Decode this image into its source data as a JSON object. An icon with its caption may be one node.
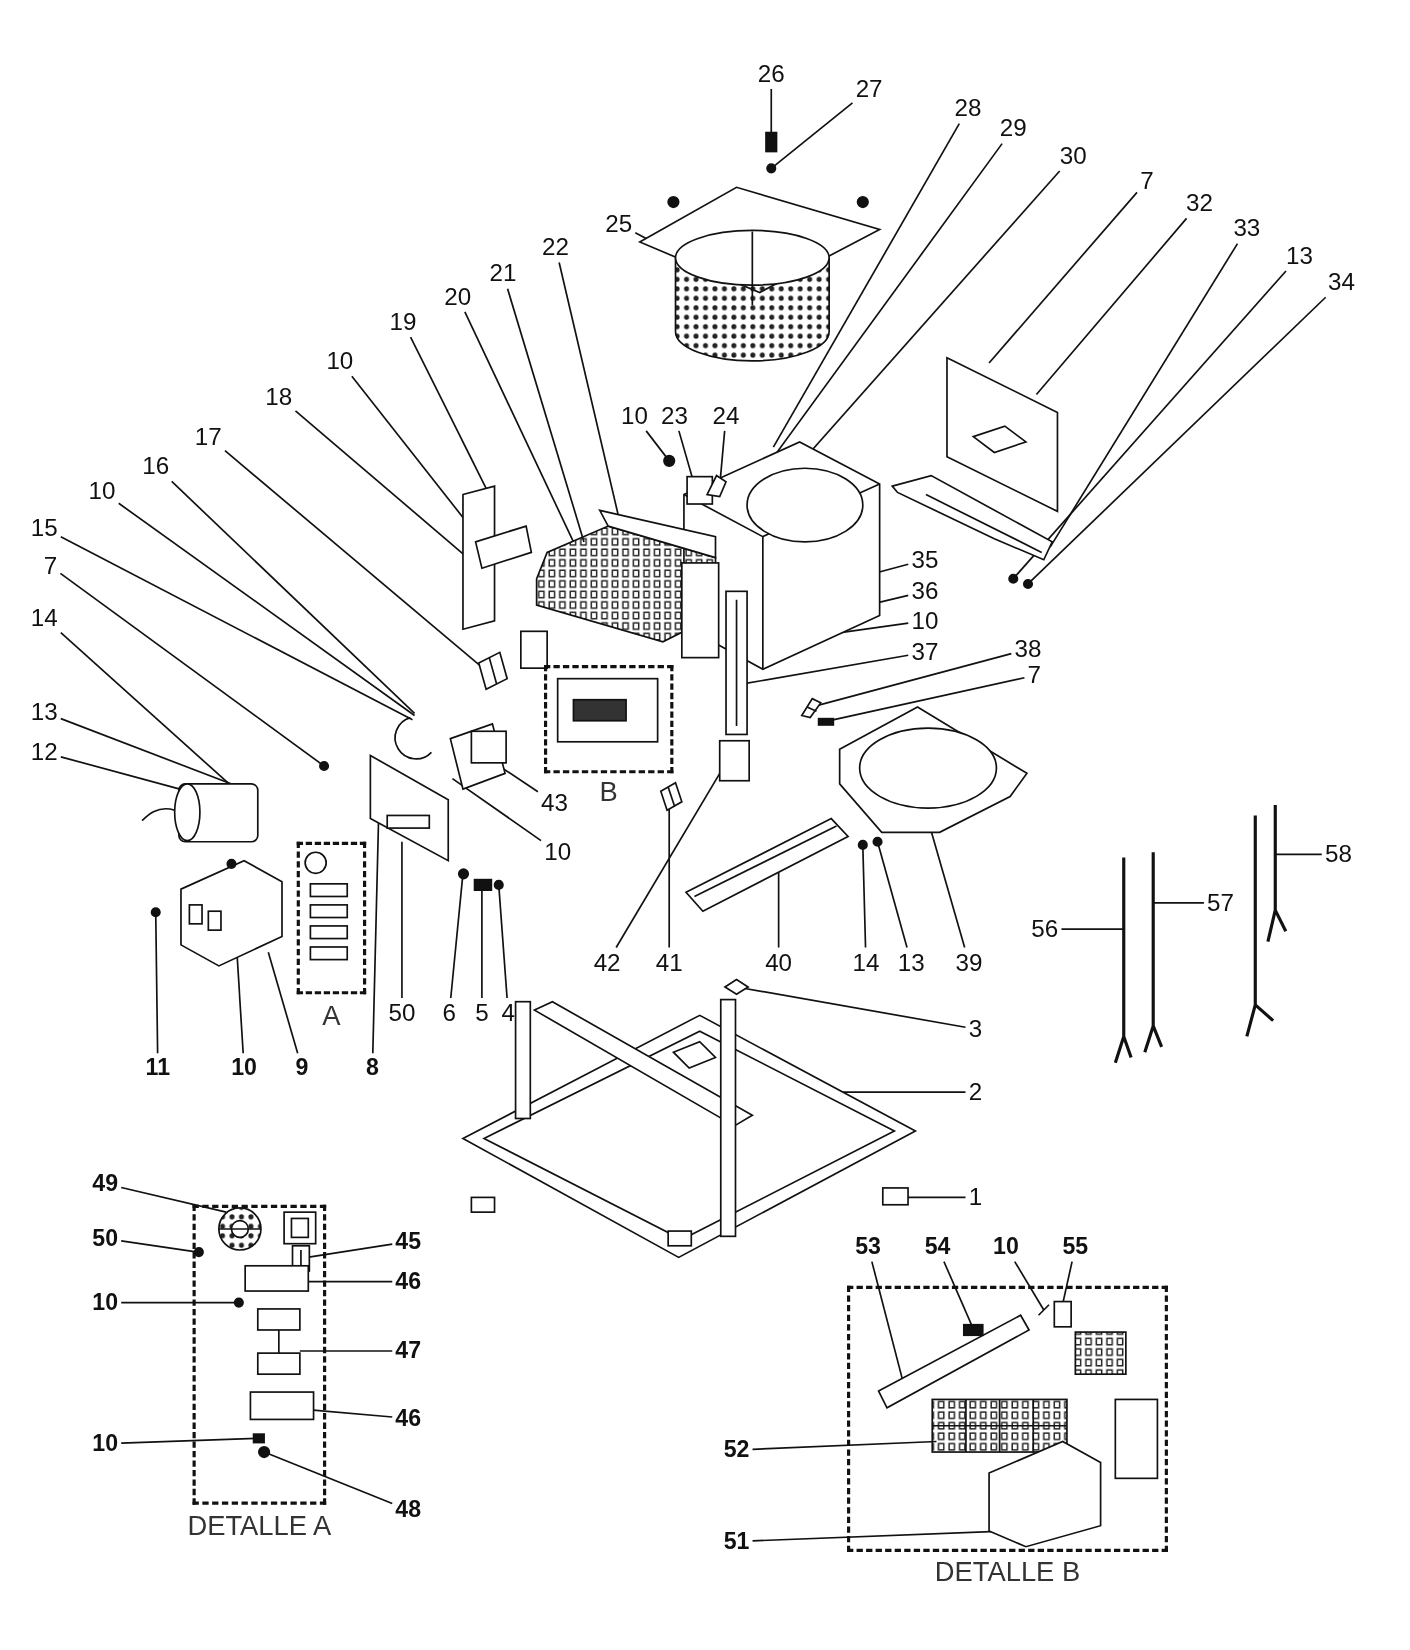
{
  "diagram": {
    "nodes": [
      {
        "text": [
          "26"
        ]
      },
      {
        "text": [
          "27"
        ]
      },
      {
        "text": [
          "28"
        ]
      },
      {
        "text": [
          "29"
        ]
      },
      {
        "text": [
          "30"
        ]
      },
      {
        "text": [
          "7"
        ]
      },
      {
        "text": [
          "32"
        ]
      },
      {
        "text": [
          "33"
        ]
      },
      {
        "text": [
          "13"
        ]
      },
      {
        "text": [
          "34"
        ]
      },
      {
        "text": [
          "25"
        ]
      },
      {
        "text": [
          "22"
        ]
      },
      {
        "text": [
          "21"
        ]
      },
      {
        "text": [
          "20"
        ]
      },
      {
        "text": [
          "19"
        ]
      },
      {
        "text": [
          "10"
        ]
      },
      {
        "text": [
          "18"
        ]
      },
      {
        "text": [
          "17"
        ]
      },
      {
        "text": [
          "16"
        ]
      },
      {
        "text": [
          "10"
        ]
      },
      {
        "text": [
          "15"
        ]
      },
      {
        "text": [
          "7"
        ]
      },
      {
        "text": [
          "14"
        ]
      },
      {
        "text": [
          "13"
        ]
      },
      {
        "text": [
          "12"
        ]
      },
      {
        "text": [
          "10"
        ]
      },
      {
        "text": [
          "23"
        ]
      },
      {
        "text": [
          "24"
        ]
      },
      {
        "text": [
          "35"
        ]
      },
      {
        "text": [
          "36"
        ]
      },
      {
        "text": [
          "10"
        ]
      },
      {
        "text": [
          "37"
        ]
      },
      {
        "text": [
          "38"
        ]
      },
      {
        "text": [
          "7"
        ]
      },
      {
        "text": [
          "B"
        ]
      },
      {
        "text": [
          "43"
        ]
      },
      {
        "text": [
          "10"
        ]
      },
      {
        "text": [
          "A"
        ]
      },
      {
        "text": [
          "42"
        ]
      },
      {
        "text": [
          "41"
        ]
      },
      {
        "text": [
          "40"
        ]
      },
      {
        "text": [
          "14"
        ]
      },
      {
        "text": [
          "13"
        ]
      },
      {
        "text": [
          "39"
        ]
      },
      {
        "text": [
          "56"
        ]
      },
      {
        "text": [
          "57"
        ]
      },
      {
        "text": [
          "58"
        ]
      },
      {
        "text": [
          "50"
        ]
      },
      {
        "text": [
          "6"
        ]
      },
      {
        "text": [
          "5"
        ]
      },
      {
        "text": [
          "4"
        ]
      },
      {
        "text": [
          "3"
        ]
      },
      {
        "text": [
          "11"
        ]
      },
      {
        "text": [
          "10"
        ]
      },
      {
        "text": [
          "9"
        ]
      },
      {
        "text": [
          "8"
        ]
      },
      {
        "text": [
          "2"
        ]
      },
      {
        "text": [
          "1"
        ]
      },
      {
        "text": [
          "DETALLE A"
        ]
      },
      {
        "text": [
          "49"
        ]
      },
      {
        "text": [
          "50"
        ]
      },
      {
        "text": [
          "45"
        ]
      },
      {
        "text": [
          "46"
        ]
      },
      {
        "text": [
          "10"
        ]
      },
      {
        "text": [
          "47"
        ]
      },
      {
        "text": [
          "46"
        ]
      },
      {
        "text": [
          "10"
        ]
      },
      {
        "text": [
          "48"
        ]
      },
      {
        "text": [
          "DETALLE B"
        ]
      },
      {
        "text": [
          "53"
        ]
      },
      {
        "text": [
          "54"
        ]
      },
      {
        "text": [
          "10"
        ]
      },
      {
        "text": [
          "55"
        ]
      },
      {
        "text": [
          "52"
        ]
      },
      {
        "text": [
          "51"
        ]
      },
      {
        "text": [],
        "shape": "box"
      },
      {
        "text": [],
        "shape": "circle"
      },
      {
        "text": [],
        "shape": "picture"
      },
      {
        "text": [],
        "shape": "picture"
      },
      {
        "text": [],
        "shape": "circle"
      },
      {
        "text": [],
        "shape": "box",
        "in": 78
      },
      {
        "text": [],
        "shape": "picture",
        "in": 78
      },
      {
        "text": [],
        "shape": "picture"
      },
      {
        "text": [],
        "shape": "picture"
      },
      {
        "text": [],
        "shape": "circle"
      },
      {
        "text": [],
        "shape": "circle"
      },
      {
        "text": [],
        "shape": "picture"
      },
      {
        "text": [],
        "shape": "picture"
      },
      {
        "text": [],
        "shape": "picture"
      },
      {
        "text": [],
        "shape": "picture"
      },
      {
        "text": [],
        "shape": "circle"
      },
      {
        "text": [],
        "shape": "picture"
      },
      {
        "text": [],
        "shape": "picture"
      },
      {
        "text": [],
        "shape": "picture"
      },
      {
        "text": [],
        "shape": "box"
      },
      {
        "text": [],
        "shape": "box"
      },
      {
        "text": [],
        "shape": "picture"
      },
      {
        "text": [],
        "shape": "picture"
      },
      {
        "text": [],
        "shape": "picture"
      },
      {
        "text": [],
        "shape": "circle"
      },
      {
        "text": [],
        "shape": "circle"
      },
      {
        "text": [],
        "shape": "picture"
      },
      {
        "text": [],
        "shape": "picture"
      },
      {
        "text": [],
        "shape": "picture"
      },
      {
        "text": [],
        "shape": "picture"
      },
      {
        "text": [],
        "shape": "circle"
      },
      {
        "text": [],
        "shape": "box"
      },
      {
        "text": [],
        "shape": "circle"
      },
      {
        "text": [],
        "shape": "diamond"
      },
      {
        "text": [],
        "shape": "picture"
      },
      {
        "text": [],
        "shape": "box",
        "in": 109
      },
      {
        "text": [],
        "shape": "circle"
      },
      {
        "text": [],
        "shape": "picture"
      },
      {
        "text": [],
        "shape": "circle",
        "in": 112
      },
      {
        "text": [],
        "shape": "picture",
        "in": 58
      },
      {
        "text": [],
        "shape": "circle",
        "in": 58
      },
      {
        "text": [],
        "shape": "picture",
        "in": 58
      },
      {
        "text": [],
        "shape": "box",
        "in": 58
      },
      {
        "text": [],
        "shape": "circle",
        "in": 58
      },
      {
        "text": [],
        "shape": "picture",
        "in": 58
      },
      {
        "text": [],
        "shape": "box",
        "in": 58
      },
      {
        "text": [],
        "shape": "box",
        "in": 58
      },
      {
        "text": [],
        "shape": "circle",
        "in": 58
      },
      {
        "text": [],
        "shape": "picture",
        "in": 68
      },
      {
        "text": [],
        "shape": "box",
        "in": 123
      },
      {
        "text": [],
        "shape": "picture",
        "in": 68
      },
      {
        "text": [],
        "shape": "box",
        "in": 68
      },
      {
        "text": [],
        "shape": "picture",
        "in": 68
      },
      {
        "text": [],
        "shape": "picture",
        "in": 68
      }
    ],
    "edges": [
      {
        "from": 0,
        "to": 75,
        "arrow": "none"
      },
      {
        "from": 1,
        "to": 76,
        "arrow": "none"
      },
      {
        "from": 2,
        "to": 78,
        "arrow": "none"
      },
      {
        "from": 3,
        "to": 78,
        "arrow": "none"
      },
      {
        "from": 4,
        "to": 78,
        "arrow": "none"
      },
      {
        "from": 5,
        "to": 82,
        "arrow": "none"
      },
      {
        "from": 6,
        "to": 82,
        "arrow": "none"
      },
      {
        "from": 7,
        "to": 83,
        "arrow": "none"
      },
      {
        "from": 8,
        "to": 84,
        "arrow": "none"
      },
      {
        "from": 9,
        "to": 85,
        "arrow": "none"
      },
      {
        "from": 10,
        "to": 77,
        "arrow": "none"
      },
      {
        "from": 11,
        "to": 86,
        "arrow": "none"
      },
      {
        "from": 12,
        "to": 86,
        "arrow": "none"
      },
      {
        "from": 13,
        "to": 86,
        "arrow": "none"
      },
      {
        "from": 14,
        "to": 87,
        "arrow": "none"
      },
      {
        "from": 15,
        "to": 87,
        "arrow": "none"
      },
      {
        "from": 16,
        "to": 87,
        "arrow": "none"
      },
      {
        "from": 17,
        "to": 88,
        "arrow": "none"
      },
      {
        "from": 18,
        "to": 89,
        "arrow": "none"
      },
      {
        "from": 19,
        "to": 89,
        "arrow": "none"
      },
      {
        "from": 20,
        "to": 89,
        "arrow": "none"
      },
      {
        "from": 21,
        "to": 90,
        "arrow": "none"
      },
      {
        "from": 22,
        "to": 91,
        "arrow": "none"
      },
      {
        "from": 23,
        "to": 91,
        "arrow": "none"
      },
      {
        "from": 24,
        "to": 91,
        "arrow": "none"
      },
      {
        "from": 25,
        "to": 79,
        "arrow": "none"
      },
      {
        "from": 26,
        "to": 80,
        "arrow": "none"
      },
      {
        "from": 27,
        "to": 81,
        "arrow": "none"
      },
      {
        "from": 28,
        "to": 92,
        "arrow": "none"
      },
      {
        "from": 29,
        "to": 92,
        "arrow": "none"
      },
      {
        "from": 30,
        "to": 92,
        "arrow": "none"
      },
      {
        "from": 31,
        "to": 92,
        "arrow": "none"
      },
      {
        "from": 32,
        "to": 93,
        "arrow": "none"
      },
      {
        "from": 33,
        "to": 94,
        "arrow": "none"
      },
      {
        "from": 35,
        "to": 89,
        "arrow": "none"
      },
      {
        "from": 36,
        "to": 89,
        "arrow": "none"
      },
      {
        "from": 38,
        "to": 95,
        "arrow": "none"
      },
      {
        "from": 39,
        "to": 96,
        "arrow": "none"
      },
      {
        "from": 40,
        "to": 97,
        "arrow": "none"
      },
      {
        "from": 41,
        "to": 99,
        "arrow": "none"
      },
      {
        "from": 42,
        "to": 100,
        "arrow": "none"
      },
      {
        "from": 43,
        "to": 98,
        "arrow": "none"
      },
      {
        "from": 44,
        "to": 101,
        "arrow": "none"
      },
      {
        "from": 45,
        "to": 102,
        "arrow": "none"
      },
      {
        "from": 46,
        "to": 103,
        "arrow": "none"
      },
      {
        "from": 47,
        "to": 104,
        "arrow": "none"
      },
      {
        "from": 48,
        "to": 105,
        "arrow": "none"
      },
      {
        "from": 49,
        "to": 106,
        "arrow": "none"
      },
      {
        "from": 50,
        "to": 107,
        "arrow": "none"
      },
      {
        "from": 51,
        "to": 108,
        "arrow": "none"
      },
      {
        "from": 52,
        "to": 111,
        "arrow": "none"
      },
      {
        "from": 53,
        "to": 113,
        "arrow": "none"
      },
      {
        "from": 54,
        "to": 112,
        "arrow": "none"
      },
      {
        "from": 55,
        "to": 104,
        "arrow": "none"
      },
      {
        "from": 56,
        "to": 109,
        "arrow": "none"
      },
      {
        "from": 57,
        "to": 110,
        "arrow": "none"
      },
      {
        "from": 59,
        "to": 114,
        "arrow": "none"
      },
      {
        "from": 60,
        "to": 115,
        "arrow": "none"
      },
      {
        "from": 61,
        "to": 116,
        "arrow": "none"
      },
      {
        "from": 62,
        "to": 117,
        "arrow": "none"
      },
      {
        "from": 63,
        "to": 118,
        "arrow": "none"
      },
      {
        "from": 64,
        "to": 119,
        "arrow": "none"
      },
      {
        "from": 65,
        "to": 120,
        "arrow": "none"
      },
      {
        "from": 66,
        "to": 121,
        "arrow": "none"
      },
      {
        "from": 67,
        "to": 122,
        "arrow": "none"
      },
      {
        "from": 69,
        "to": 123,
        "arrow": "none"
      },
      {
        "from": 70,
        "to": 124,
        "arrow": "none"
      },
      {
        "from": 71,
        "to": 125,
        "arrow": "none"
      },
      {
        "from": 72,
        "to": 126,
        "arrow": "none"
      },
      {
        "from": 73,
        "to": 127,
        "arrow": "none"
      },
      {
        "from": 74,
        "to": 128,
        "arrow": "none"
      }
    ]
  }
}
